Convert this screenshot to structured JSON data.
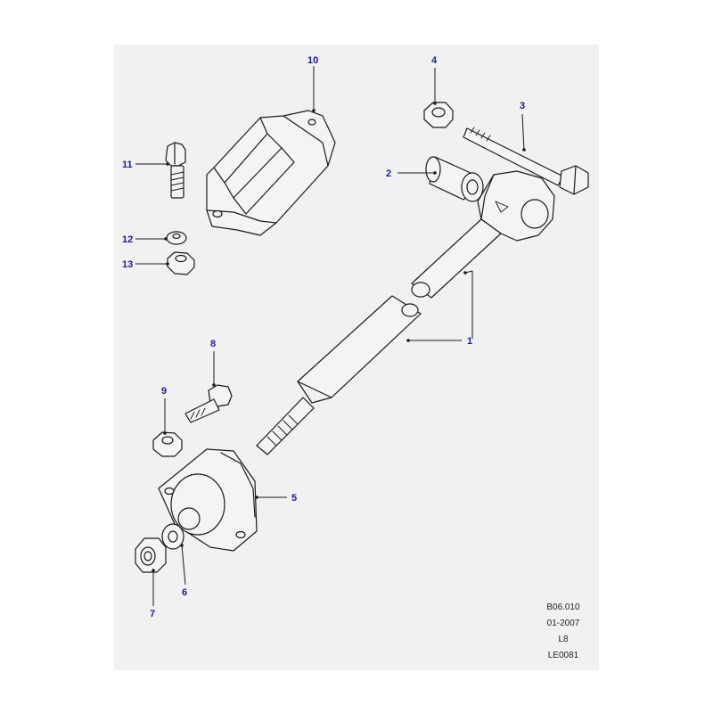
{
  "diagram": {
    "callouts": [
      {
        "id": "1",
        "label": "1"
      },
      {
        "id": "2",
        "label": "2"
      },
      {
        "id": "3",
        "label": "3"
      },
      {
        "id": "4",
        "label": "4"
      },
      {
        "id": "5",
        "label": "5"
      },
      {
        "id": "6",
        "label": "6"
      },
      {
        "id": "7",
        "label": "7"
      },
      {
        "id": "8",
        "label": "8"
      },
      {
        "id": "9",
        "label": "9"
      },
      {
        "id": "10",
        "label": "10"
      },
      {
        "id": "11",
        "label": "11"
      },
      {
        "id": "12",
        "label": "12"
      },
      {
        "id": "13",
        "label": "13"
      }
    ],
    "reference": {
      "code": "B06.010",
      "date": "01-2007",
      "model": "L8",
      "drawing_id": "LE0081"
    },
    "colors": {
      "panel": "#f1f1f1",
      "line": "#1a1a1a",
      "callout_text": "#1a1a9a",
      "fill": "#f4f4f4"
    }
  }
}
